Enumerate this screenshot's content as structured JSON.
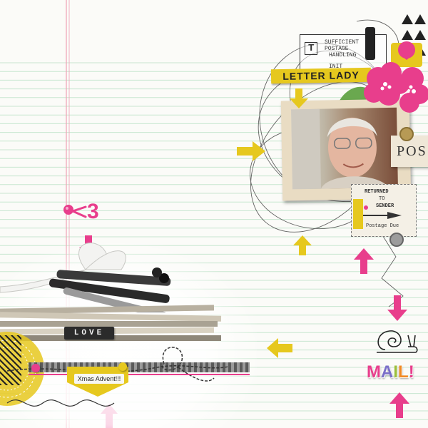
{
  "labels": {
    "letter_lady": "LETTER LADY",
    "love": "LOVE",
    "xmas_advent": "Xmas Advent!!!",
    "three": "3",
    "post": "POS",
    "stamp_returned": "RETURNED",
    "stamp_to": "TO",
    "stamp_sender": "SENDER",
    "postage_due": "Postage Due",
    "sufficient_postage": "SUFFICIENT POSTAGE",
    "handling": "HANDLING",
    "initial": "INIT",
    "stamp_letter": "T"
  },
  "mail_word": [
    "M",
    "A",
    "I",
    "L",
    "!"
  ],
  "colors": {
    "pink": "#e83e8c",
    "yellow": "#e6c81e",
    "green_lines": "#9fd6b0",
    "red_margin": "#f0a0b4",
    "background": "#fbfbf8",
    "mail_m": "#e83e8c",
    "mail_a": "#7a6fc8",
    "mail_i": "#9bbf3a",
    "mail_l": "#f08a24",
    "mail_bang": "#e83e8c"
  },
  "icons": {
    "arrow": "arrow-icon",
    "snail": "snail-icon",
    "flower": "flower-icon",
    "pin": "pin-icon"
  }
}
